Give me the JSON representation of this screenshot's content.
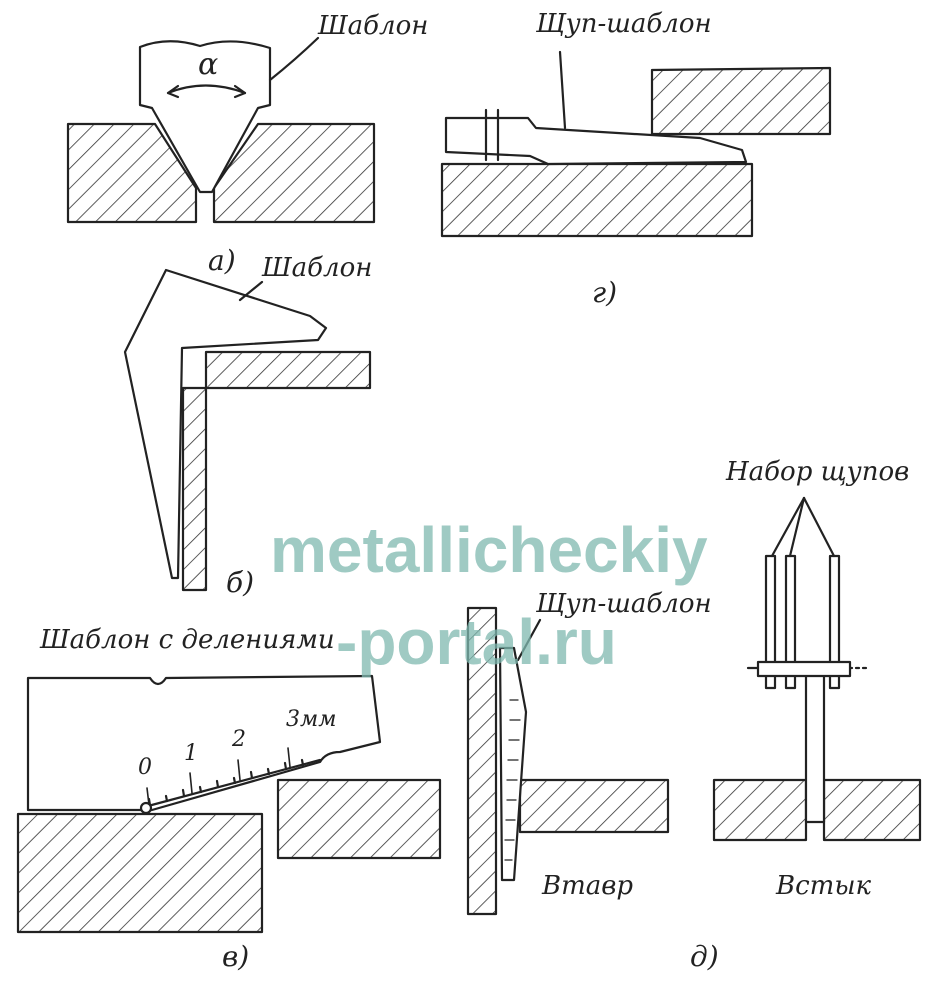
{
  "figure": {
    "a": {
      "part_label": "а)",
      "template_label": "Шаблон",
      "angle_symbol": "α"
    },
    "b": {
      "part_label": "б)",
      "template_label": "Шаблон"
    },
    "v": {
      "part_label": "в)",
      "template_label": "Шаблон с делениями",
      "scale": [
        "0",
        "1",
        "2",
        "3мм"
      ]
    },
    "g": {
      "part_label": "г)",
      "template_label": "Щуп-шаблон"
    },
    "d": {
      "part_label": "д)",
      "probe_label": "Щуп-шаблон",
      "set_label": "Набор щупов",
      "tee_label": "Втавр",
      "butt_label": "Встык"
    }
  },
  "watermark": {
    "line1": "metallicheckiy",
    "line2": "-portal.ru"
  },
  "colors": {
    "ink": "#222222",
    "watermark": "#7fb9b0"
  }
}
